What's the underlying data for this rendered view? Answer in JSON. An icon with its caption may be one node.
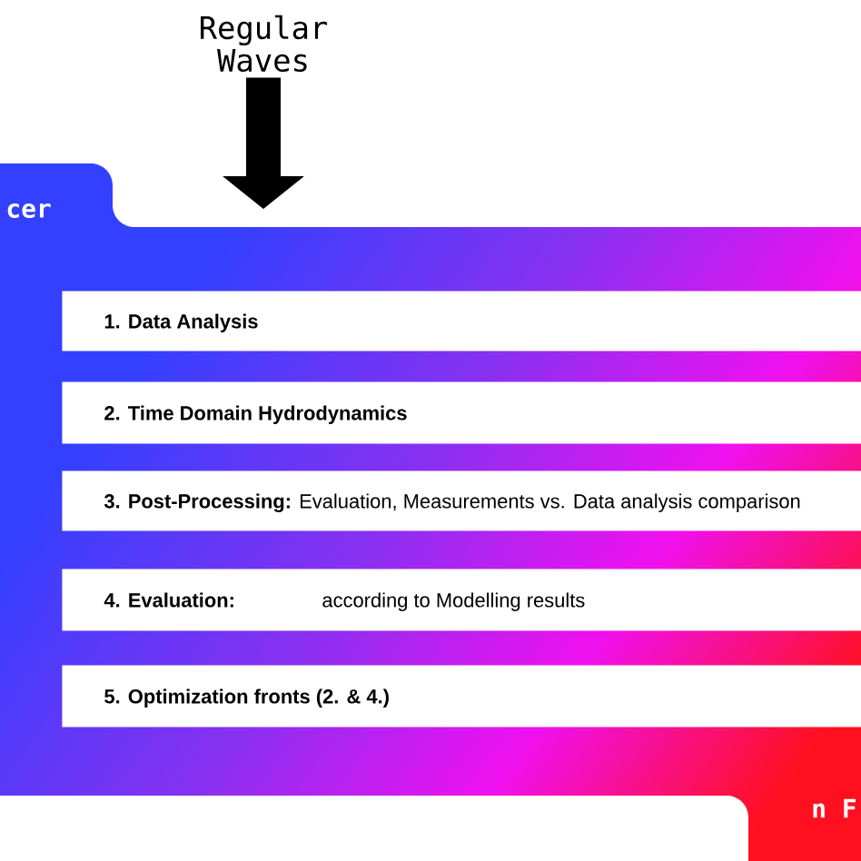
{
  "diagram": {
    "nodes": [
      {
        "text": [
          "Regular Waves"
        ]
      },
      {
        "text": [
          "cer",
          "n F"
        ]
      },
      {
        "text": [
          "1. Data Analysis"
        ],
        "in": 1
      },
      {
        "text": [
          "2. Time Domain Hydrodynamics"
        ],
        "in": 1
      },
      {
        "text": [
          "**3. Post-Processing:** Evaluation, Measurements vs. Data analysis comparison"
        ],
        "in": 1
      },
      {
        "text": [
          "4. Evaluation:",
          "according to Modelling results"
        ],
        "in": 1
      },
      {
        "text": [
          "5. Optimization fronts (2. & 4.)"
        ],
        "in": 1
      }
    ],
    "edges": [
      {
        "from": 0,
        "to": 1,
        "arrow": "to"
      }
    ]
  }
}
